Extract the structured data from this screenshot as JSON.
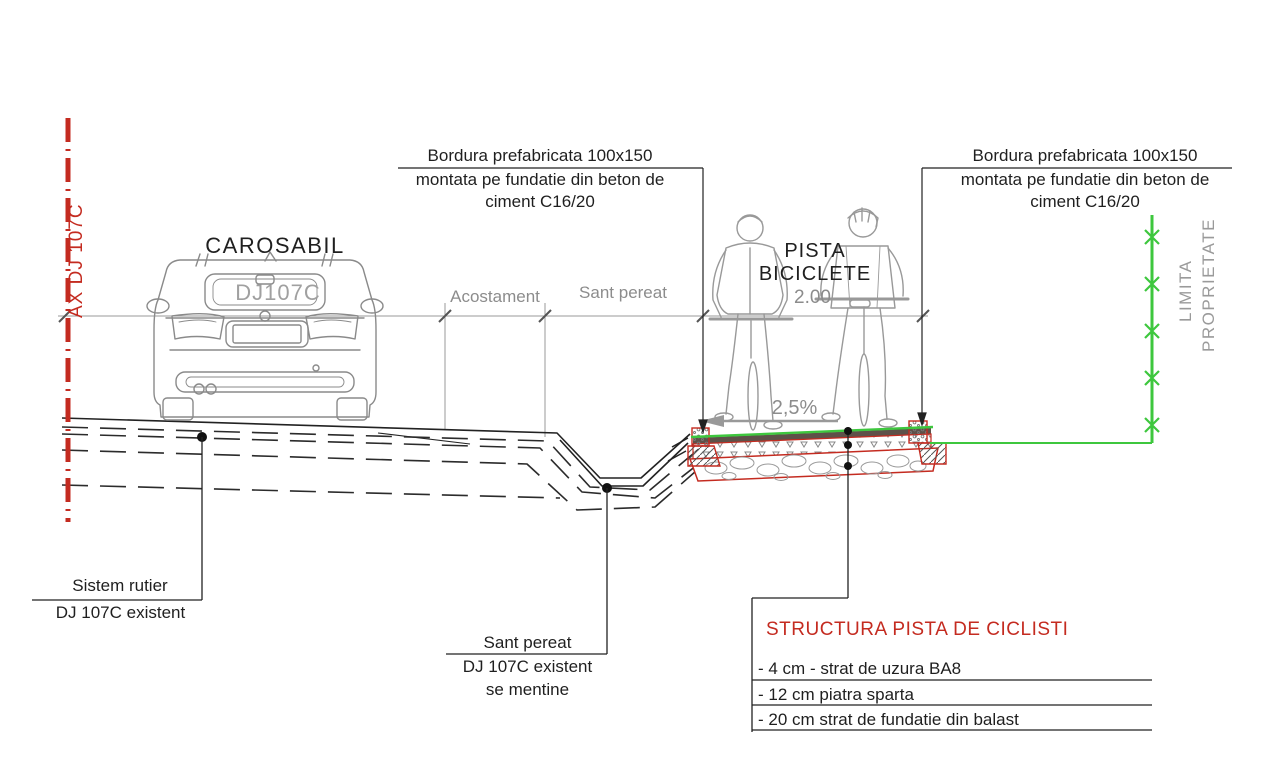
{
  "drawing": {
    "type": "road-cross-section",
    "axis_label": "AX DJ 107C",
    "roadway_label": "CAROSABIL",
    "car_window_text": "DJ107C",
    "shoulder_label": "Acostament",
    "paved_ditch_label": "Sant pereat",
    "bike_lane_label_line1": "PISTA",
    "bike_lane_label_line2": "BICICLETE",
    "bike_lane_width": "2.00",
    "slope_label": "2,5%",
    "property_limit_line1": "LIMITA",
    "property_limit_line2": "PROPRIETATE"
  },
  "curb_note_left": {
    "line1": "Bordura prefabricata 100x150",
    "line2": "montata pe fundatie din beton de",
    "line3": "ciment C16/20"
  },
  "curb_note_right": {
    "line1": "Bordura prefabricata 100x150",
    "line2": "montata pe fundatie din beton de",
    "line3": "ciment C16/20"
  },
  "notes": {
    "road_system": {
      "line1": "Sistem rutier",
      "line2": "DJ 107C existent"
    },
    "ditch": {
      "line1": "Sant pereat",
      "line2": "DJ 107C existent",
      "line3": "se mentine"
    }
  },
  "structure_table": {
    "title": "STRUCTURA PISTA DE CICLISTI",
    "rows": [
      "- 4 cm - strat de uzura BA8",
      "- 12 cm piatra sparta",
      "- 20 cm strat de fundatie din balast"
    ]
  },
  "colors": {
    "accent_red": "#c42b20",
    "property_green": "#3ec73e",
    "asphalt": "#5e5149",
    "line_gray": "#8c8c8c"
  }
}
